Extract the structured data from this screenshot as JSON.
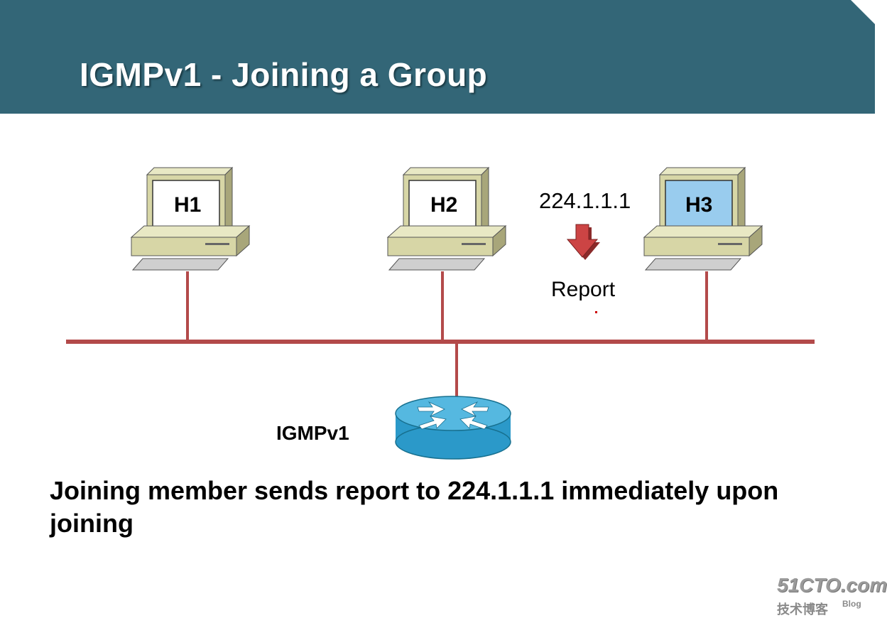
{
  "slide": {
    "title": "IGMPv1 - Joining a Group",
    "caption": "Joining member sends report to 224.1.1.1 immediately upon joining"
  },
  "diagram": {
    "hosts": [
      {
        "label": "H1",
        "screen_color": "#ffffff"
      },
      {
        "label": "H2",
        "screen_color": "#ffffff"
      },
      {
        "label": "H3",
        "screen_color": "#99ccee"
      }
    ],
    "report": {
      "address": "224.1.1.1",
      "label": "Report",
      "arrow_color": "#cc4444"
    },
    "router": {
      "label": "IGMPv1",
      "body_color": "#2b99c9",
      "icon": "router-icon"
    },
    "link_color": "#b34a4a"
  },
  "watermark": {
    "site": "51CTO.com",
    "subtitle": "技术博客",
    "tag": "Blog"
  },
  "colors": {
    "header": "#336677",
    "computer_body": "#d7d6a6"
  }
}
